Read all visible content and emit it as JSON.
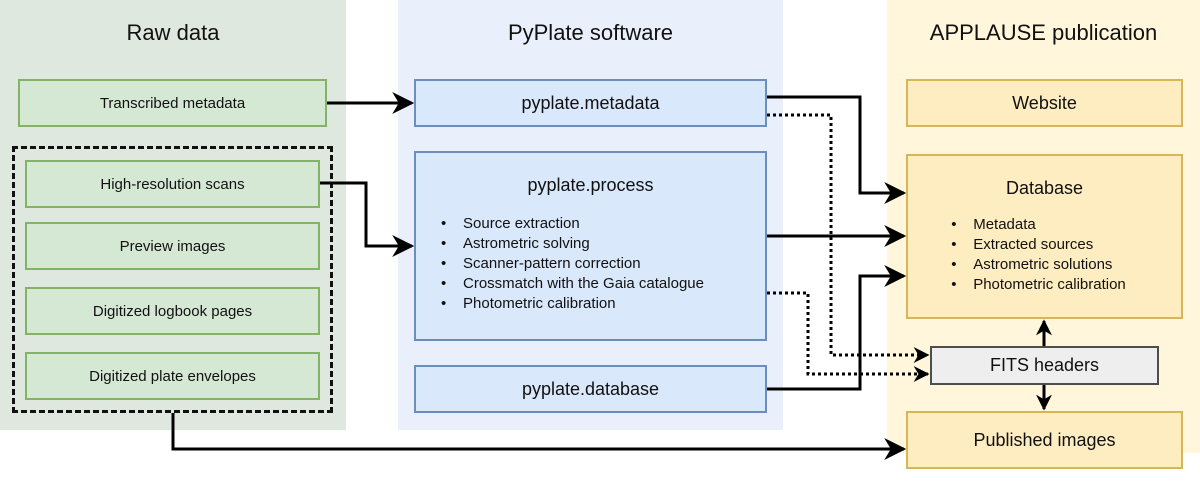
{
  "panels": {
    "raw": {
      "title": "Raw data",
      "bg": "#dfe8df"
    },
    "pyplate": {
      "title": "PyPlate software",
      "bg": "#eaf0fb"
    },
    "applause": {
      "title": "APPLAUSE publication",
      "bg": "#fff6dc"
    }
  },
  "raw_data": {
    "transcribed": "Transcribed metadata",
    "scans": "High-resolution scans",
    "preview": "Preview images",
    "logbook": "Digitized logbook pages",
    "envelopes": "Digitized plate envelopes"
  },
  "pyplate": {
    "metadata": "pyplate.metadata",
    "process": {
      "title": "pyplate.process",
      "items": [
        "Source extraction",
        "Astrometric solving",
        "Scanner-pattern correction",
        "Crossmatch with the Gaia catalogue",
        "Photometric calibration"
      ]
    },
    "database": "pyplate.database"
  },
  "applause": {
    "website": "Website",
    "database": {
      "title": "Database",
      "items": [
        "Metadata",
        "Extracted sources",
        "Astrometric solutions",
        "Photometric calibration"
      ]
    },
    "fits": "FITS headers",
    "published": "Published images"
  }
}
